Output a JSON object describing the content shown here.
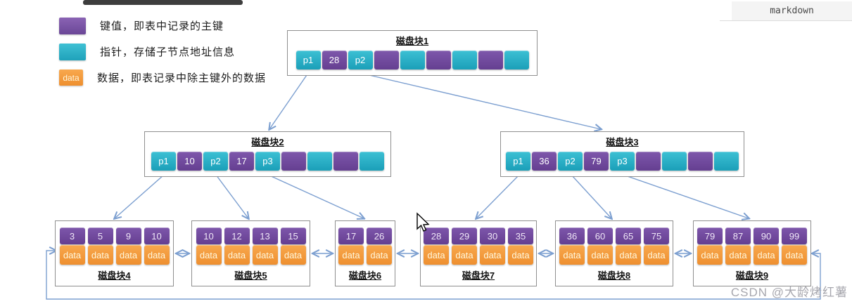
{
  "header": {
    "tab_label": "markdown"
  },
  "watermark": "CSDN @大龄烤红薯",
  "colors": {
    "key": "#6b4797",
    "pointer": "#21a3bb",
    "data": "#ee8f2f",
    "arrow": "#7c9fd0",
    "node_border": "#8f8f8f"
  },
  "legend": {
    "items": [
      {
        "type": "key",
        "swatch_label": "",
        "label": "键值，即表中记录的主键"
      },
      {
        "type": "pointer",
        "swatch_label": "",
        "label": "指针，存储子节点地址信息"
      },
      {
        "type": "data",
        "swatch_label": "data",
        "label": "数据，即表记录中除主键外的数据"
      }
    ]
  },
  "tree": {
    "data_cell_label": "data",
    "internal_nodes": [
      {
        "title": "磁盘块1",
        "cells": [
          {
            "t": "pointer",
            "label": "p1"
          },
          {
            "t": "key",
            "label": "28"
          },
          {
            "t": "pointer",
            "label": "p2"
          },
          {
            "t": "key",
            "label": ""
          },
          {
            "t": "pointer",
            "label": ""
          },
          {
            "t": "key",
            "label": ""
          },
          {
            "t": "pointer",
            "label": ""
          },
          {
            "t": "key",
            "label": ""
          },
          {
            "t": "pointer",
            "label": ""
          }
        ]
      },
      {
        "title": "磁盘块2",
        "cells": [
          {
            "t": "pointer",
            "label": "p1"
          },
          {
            "t": "key",
            "label": "10"
          },
          {
            "t": "pointer",
            "label": "p2"
          },
          {
            "t": "key",
            "label": "17"
          },
          {
            "t": "pointer",
            "label": "p3"
          },
          {
            "t": "key",
            "label": ""
          },
          {
            "t": "pointer",
            "label": ""
          },
          {
            "t": "key",
            "label": ""
          },
          {
            "t": "pointer",
            "label": ""
          }
        ]
      },
      {
        "title": "磁盘块3",
        "cells": [
          {
            "t": "pointer",
            "label": "p1"
          },
          {
            "t": "key",
            "label": "36"
          },
          {
            "t": "pointer",
            "label": "p2"
          },
          {
            "t": "key",
            "label": "79"
          },
          {
            "t": "pointer",
            "label": "p3"
          },
          {
            "t": "key",
            "label": ""
          },
          {
            "t": "pointer",
            "label": ""
          },
          {
            "t": "key",
            "label": ""
          },
          {
            "t": "pointer",
            "label": ""
          }
        ]
      }
    ],
    "leaf_nodes": [
      {
        "title": "磁盘块4",
        "keys": [
          "3",
          "5",
          "9",
          "10"
        ]
      },
      {
        "title": "磁盘块5",
        "keys": [
          "10",
          "12",
          "13",
          "15"
        ]
      },
      {
        "title": "磁盘块6",
        "keys": [
          "17",
          "26"
        ]
      },
      {
        "title": "磁盘块7",
        "keys": [
          "28",
          "29",
          "30",
          "35"
        ]
      },
      {
        "title": "磁盘块8",
        "keys": [
          "36",
          "60",
          "65",
          "75"
        ]
      },
      {
        "title": "磁盘块9",
        "keys": [
          "79",
          "87",
          "90",
          "99"
        ]
      }
    ]
  }
}
